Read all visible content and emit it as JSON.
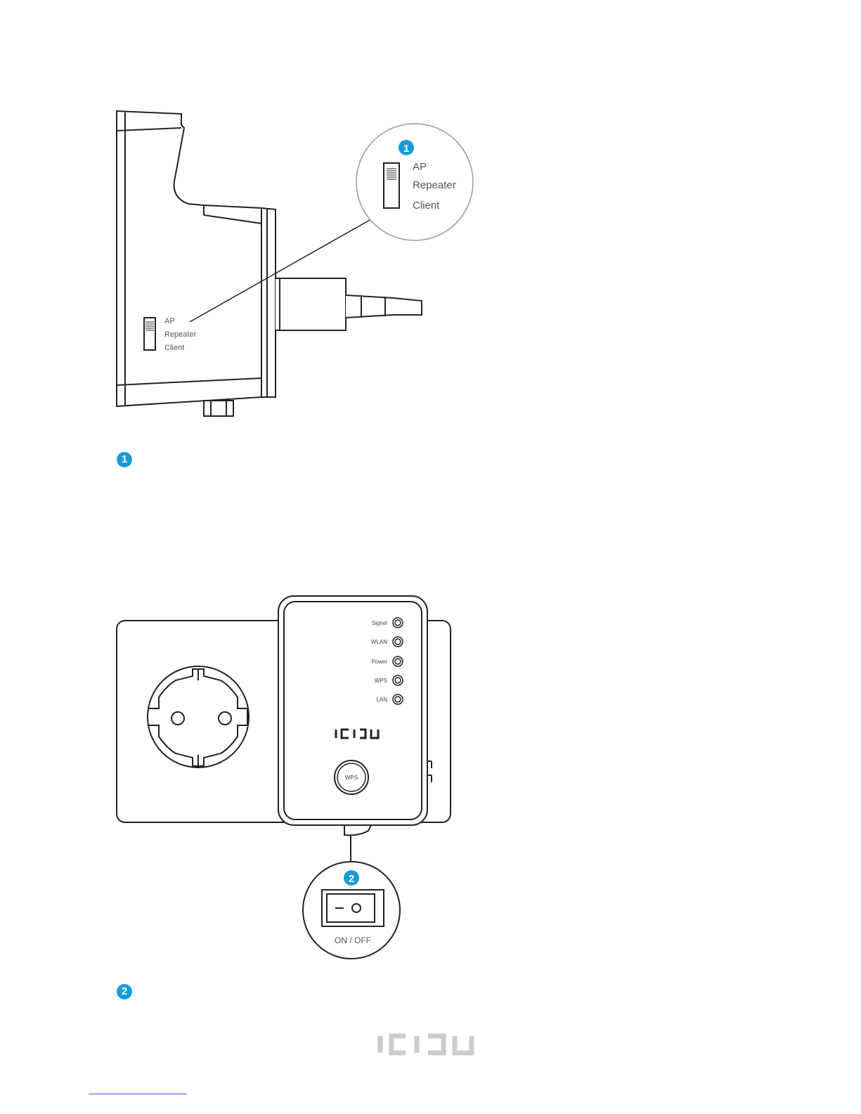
{
  "figure1": {
    "switch_labels": [
      "AP",
      "Repeater",
      "Client"
    ],
    "callout_number": "1"
  },
  "figure2": {
    "led_labels": [
      "Signal",
      "WLAN",
      "Power",
      "WPS",
      "LAN"
    ],
    "wps_button_label": "WPS",
    "brand": "ICIDU",
    "callout_number": "2",
    "power_switch_label": "ON / OFF"
  },
  "section_markers": [
    "1",
    "2"
  ],
  "footer": {
    "brand": "ICIDU"
  }
}
